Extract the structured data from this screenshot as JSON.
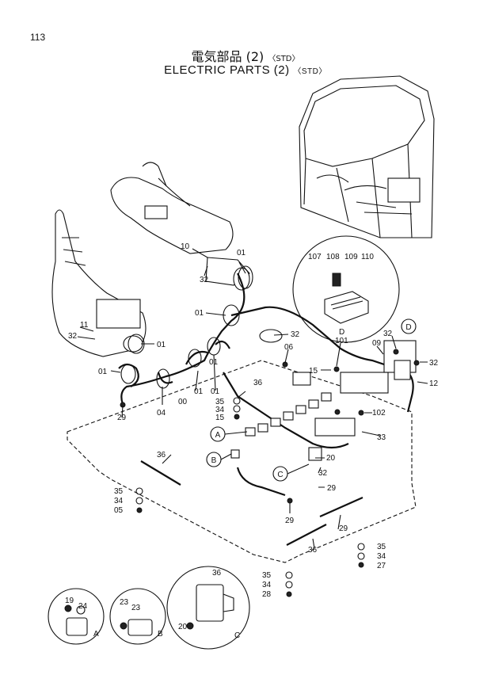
{
  "page_number": "113",
  "title": {
    "jp": "電気部品 (2)",
    "en": "ELECTRIC PARTS (2)",
    "qualifier": "〈STD〉"
  },
  "part_labels": {
    "l1": "107",
    "l2": "108",
    "l3": "109",
    "l4": "110",
    "l5": "10",
    "l6": "01",
    "l7": "32",
    "l8": "01",
    "l9": "11",
    "l10": "32",
    "l11": "01",
    "l12": "01",
    "l13": "32",
    "l14": "06",
    "l15": "101",
    "l16": "09",
    "l17": "32",
    "l18": "32",
    "l19": "12",
    "l20": "15",
    "l21": "01",
    "l22": "01",
    "l23": "00",
    "l24": "01",
    "l25": "04",
    "l26": "29",
    "l27": "36",
    "l28": "35",
    "l29": "34",
    "l30": "15",
    "l31": "102",
    "l32": "33",
    "l33": "20",
    "l34": "32",
    "l35": "29",
    "l36": "36",
    "l37": "35",
    "l38": "34",
    "l39": "05",
    "l40": "29",
    "l41": "29",
    "l42": "36",
    "l43": "35",
    "l44": "34",
    "l45": "27",
    "l46": "36",
    "l47": "35",
    "l48": "34",
    "l49": "28",
    "l50": "20",
    "l51": "19",
    "l52": "24",
    "l53": "23"
  },
  "callouts": {
    "A": "A",
    "B": "B",
    "C": "C",
    "D": "D"
  },
  "detail_letters": {
    "A": "A",
    "B": "B",
    "C": "C",
    "D": "D"
  }
}
